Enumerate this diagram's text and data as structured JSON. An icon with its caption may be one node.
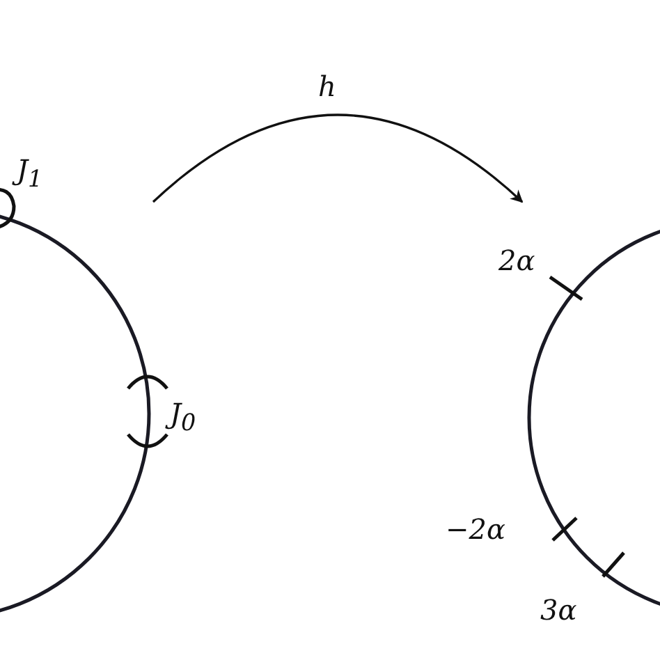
{
  "diagram": {
    "nodes": [
      {
        "text": [],
        "shape": "circle"
      },
      {
        "text": [],
        "shape": "circle"
      }
    ],
    "edges": [
      {
        "from": 0,
        "to": 1,
        "arrow": "to",
        "label": "h"
      }
    ],
    "labels": [
      "J$_{1}$",
      "J$_{0}$",
      "2α",
      "−2α",
      "3α"
    ]
  }
}
